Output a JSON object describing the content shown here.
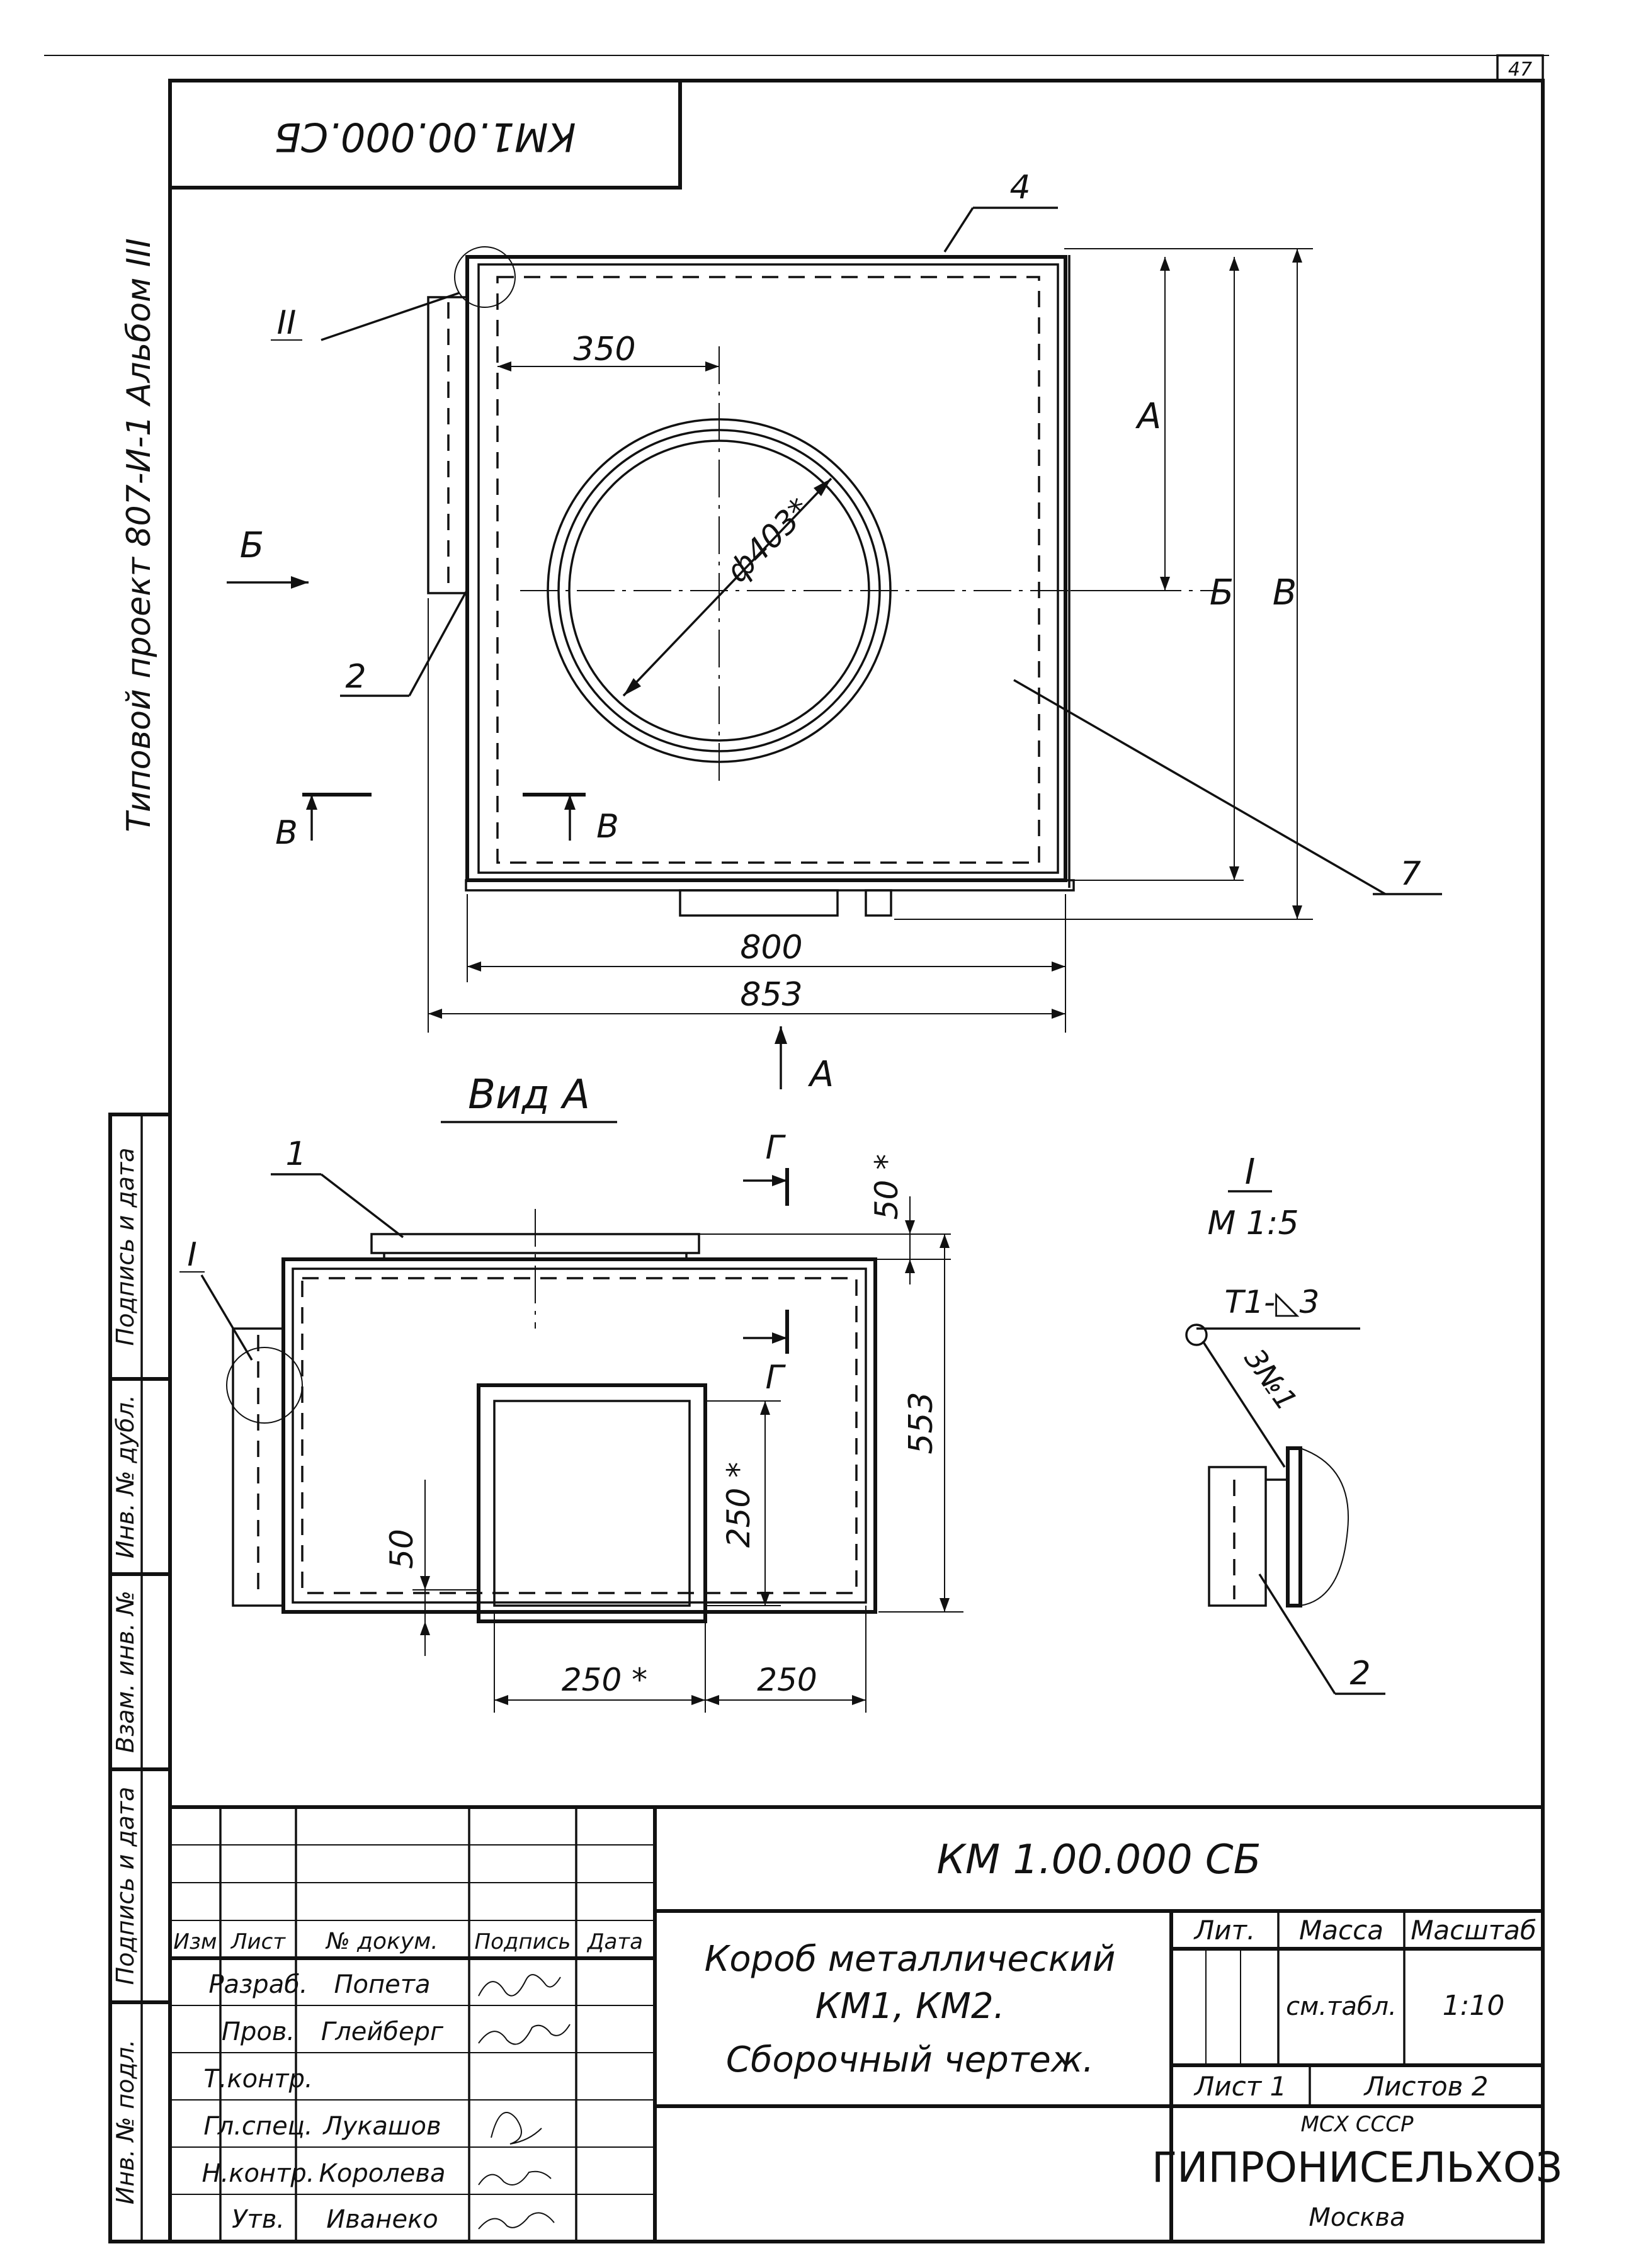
{
  "page_number": "47",
  "rotated_code": "КМ1.00.000.СБ",
  "side_title": "Типовой проект 807-И-1 Альбом III",
  "plan": {
    "dim_350": "350",
    "dim_phi": "ф403*",
    "dim_A": "А",
    "dim_B": "Б",
    "dim_V": "В",
    "dim_800": "800",
    "dim_853": "853",
    "label_4": "4",
    "label_2": "2",
    "label_7": "7",
    "label_II": "II",
    "arrow_B": "Б",
    "section_V_left": "В",
    "section_V_right": "В",
    "arrow_A": "А"
  },
  "view_a": {
    "title": "Вид А",
    "label_1": "1",
    "label_I": "I",
    "section_G_top": "Г",
    "section_G_bottom": "Г",
    "dim_50_top": "50 *",
    "dim_553": "553",
    "dim_250_v": "250 *",
    "dim_50_left": "50",
    "dim_250_h_star": "250 *",
    "dim_250_h": "250"
  },
  "detail": {
    "title": "I",
    "scale": "М 1:5",
    "weld": "Т1-◺3",
    "weld_no": "3№1",
    "label_2": "2"
  },
  "side_columns": [
    "Подпись и дата",
    "Инв. № дубл.",
    "Взам. инв. №",
    "Подпись и дата",
    "Инв. № подл."
  ],
  "title_block": {
    "code": "КМ 1.00.000 СБ",
    "name_line1": "Короб металлический",
    "name_line2": "КМ1, КМ2.",
    "name_line3": "Сборочный чертеж.",
    "head_izm": "Изм",
    "head_list": "Лист",
    "head_doc": "№ докум.",
    "head_sign": "Подпись",
    "head_date": "Дата",
    "rows": [
      {
        "role": "Разраб.",
        "name": "Попета"
      },
      {
        "role": "Пров.",
        "name": "Глейберг"
      },
      {
        "role": "Т.контр.",
        "name": ""
      },
      {
        "role": "Гл.спец.",
        "name": "Лукашов"
      },
      {
        "role": "Н.контр.",
        "name": "Королева"
      },
      {
        "role": "Утв.",
        "name": "Иванеко"
      }
    ],
    "lit_label": "Лит.",
    "mass_label": "Масса",
    "scale_label": "Масштаб",
    "mass_value": "см.табл.",
    "scale_value": "1:10",
    "sheet_label": "Лист 1",
    "sheets_label": "Листов 2",
    "org_top": "МСХ СССР",
    "org_name": "ГИПРОНИСЕЛЬХОЗ",
    "org_city": "Москва"
  }
}
